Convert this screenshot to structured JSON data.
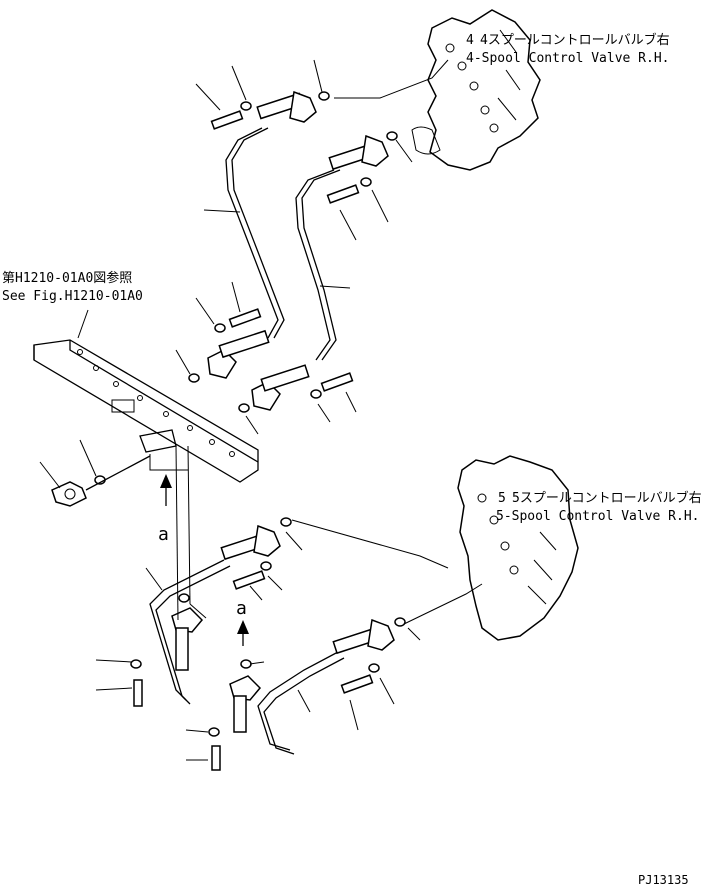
{
  "labels": {
    "valve_top_jp": "4スプールコントロールバルブ右",
    "valve_top_num": "4",
    "valve_top_en": "4-Spool Control Valve R.H.",
    "valve_bot_jp": "5スプールコントロールバルブ右",
    "valve_bot_num": "5",
    "valve_bot_en": "5-Spool Control Valve R.H.",
    "ref_jp": "第H1210-01A0図参照",
    "ref_en": "See Fig.H1210-01A0",
    "arrow_a1": "a",
    "arrow_a2": "a",
    "drawing_id": "PJ13135"
  }
}
